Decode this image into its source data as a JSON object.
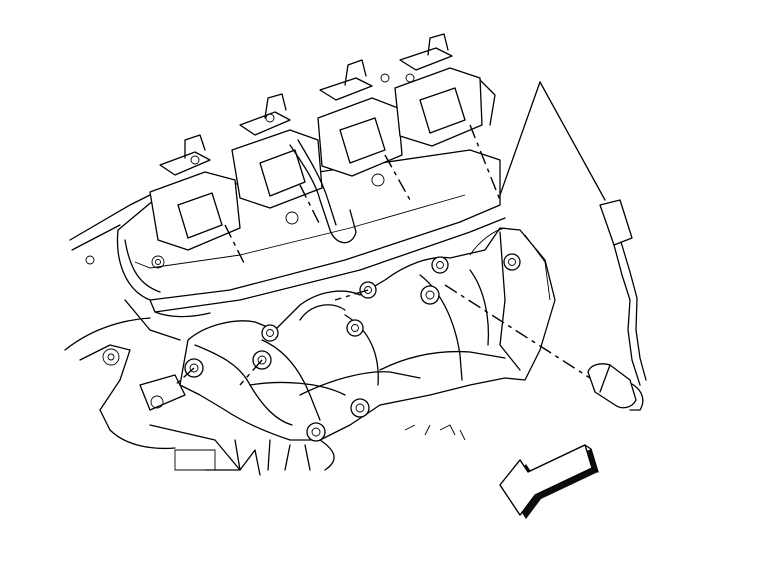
{
  "diagram": {
    "background": "#ffffff",
    "line_color": "#000000",
    "components": [
      {
        "name": "engine-block",
        "icon": "engine-block-outline"
      },
      {
        "name": "valve-cover",
        "icon": "valve-cover-outline"
      },
      {
        "name": "ignition-coils",
        "count": 4,
        "icon": "ignition-coil"
      },
      {
        "name": "exhaust-manifold",
        "icon": "exhaust-manifold-outline"
      },
      {
        "name": "spark-plug-wire",
        "icon": "spark-plug-wire"
      },
      {
        "name": "direction-arrow",
        "icon": "front-direction-arrow"
      }
    ]
  }
}
